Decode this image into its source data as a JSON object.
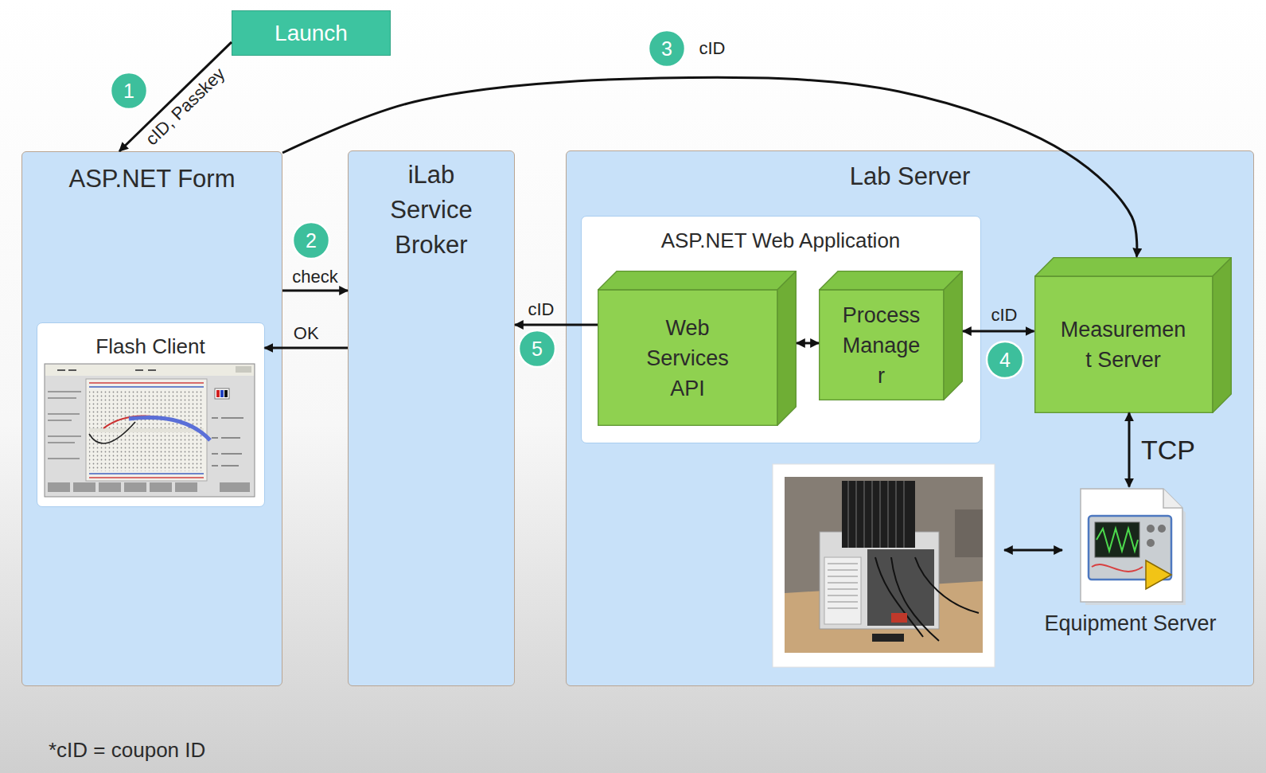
{
  "diagram": {
    "nodes": [
      {
        "text": [
          "Launch"
        ]
      },
      {
        "text": [
          "ASP.NET Form"
        ]
      },
      {
        "text": [
          "Flash Client"
        ],
        "in": 1
      },
      {
        "text": [
          "iLab Service Broker"
        ]
      },
      {
        "text": [
          "Lab Server"
        ]
      },
      {
        "text": [
          "ASP.NET Web Application"
        ],
        "in": 4
      },
      {
        "text": [
          "Web Services API"
        ],
        "in": 5
      },
      {
        "text": [
          "Process Manage r"
        ],
        "in": 5
      },
      {
        "text": [
          "Measuremen t Server"
        ],
        "in": 4
      },
      {
        "text": [
          "Equipment Server"
        ],
        "in": 4
      }
    ],
    "edges": [
      {
        "from": 0,
        "to": 1,
        "label": "cID, Passkey",
        "arrow": "to"
      },
      {
        "from": 1,
        "to": 8,
        "label": "cID",
        "arrow": "to"
      },
      {
        "from": 1,
        "to": 3,
        "label": "check",
        "arrow": "to"
      },
      {
        "from": 3,
        "to": 2,
        "label": "OK",
        "arrow": "to"
      },
      {
        "from": 6,
        "to": 3,
        "label": "cID",
        "arrow": "to"
      },
      {
        "from": 6,
        "to": 7,
        "arrow": "both"
      },
      {
        "from": 7,
        "to": 8,
        "label": "cID",
        "arrow": "both"
      },
      {
        "from": 8,
        "to": 9,
        "label": "TCP",
        "arrow": "both"
      }
    ],
    "labels": [
      "1",
      "2",
      "3",
      "4",
      "5",
      "*cID = coupon ID"
    ]
  }
}
